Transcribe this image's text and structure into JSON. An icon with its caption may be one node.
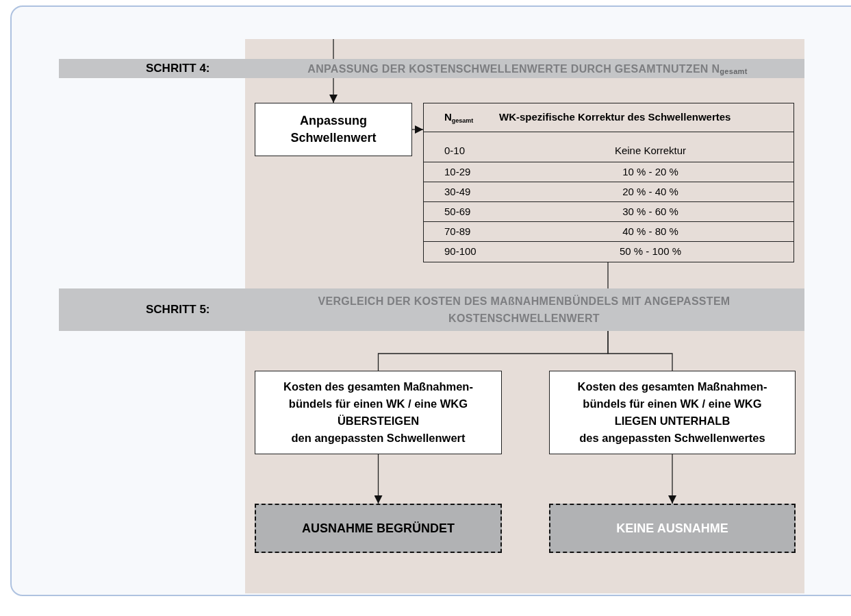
{
  "diagram": {
    "nodes": [
      {
        "text": [
          "SCHRITT 4:",
          "ANPASSUNG DER KOSTENSCHWELLENWERTE DURCH GESAMTNUTZEN N$_{gesamt}$"
        ]
      },
      {
        "text": [
          "Anpassung Schwellenwert"
        ]
      },
      {
        "text": [
          "N$_{gesamt}$",
          "WK-spezifische Korrektur des Schwellenwertes",
          "0-10",
          "Keine Korrektur",
          "10-29",
          "10 % - 20 %",
          "30-49",
          "20 % - 40 %",
          "50-69",
          "30 % - 60 %",
          "70-89",
          "40 % - 80 %",
          "90-100",
          "50 % - 100 %"
        ]
      },
      {
        "text": [
          "SCHRITT 5:",
          "VERGLEICH DER KOSTEN DES MAßNAHMENBÜNDELS MIT ANGEPASSTEM KOSTENSCHWELLENWERT"
        ]
      },
      {
        "text": [
          "Kosten des gesamten Maßnahmen-bündels für einen WK / eine WKG **ÜBERSTEIGEN** den angepassten Schwellenwert"
        ]
      },
      {
        "text": [
          "Kosten des gesamten Maßnahmen-bündels für einen WK / eine WKG **LIEGEN UNTERHALB** des angepassten Schwellenwertes"
        ]
      },
      {
        "text": [
          "AUSNAHME BEGRÜNDET"
        ]
      },
      {
        "text": [
          "KEINE AUSNAHME"
        ]
      }
    ],
    "edges": [
      {
        "from": null,
        "to": 0,
        "arrow": "none"
      },
      {
        "from": 0,
        "to": 1,
        "arrow": "to"
      },
      {
        "from": 1,
        "to": 2,
        "arrow": "to"
      },
      {
        "from": 2,
        "to": 3,
        "arrow": "none"
      },
      {
        "from": 3,
        "to": 4,
        "arrow": "none"
      },
      {
        "from": 3,
        "to": 5,
        "arrow": "none"
      },
      {
        "from": 4,
        "to": 6,
        "arrow": "to"
      },
      {
        "from": 5,
        "to": 7,
        "arrow": "to"
      }
    ]
  }
}
